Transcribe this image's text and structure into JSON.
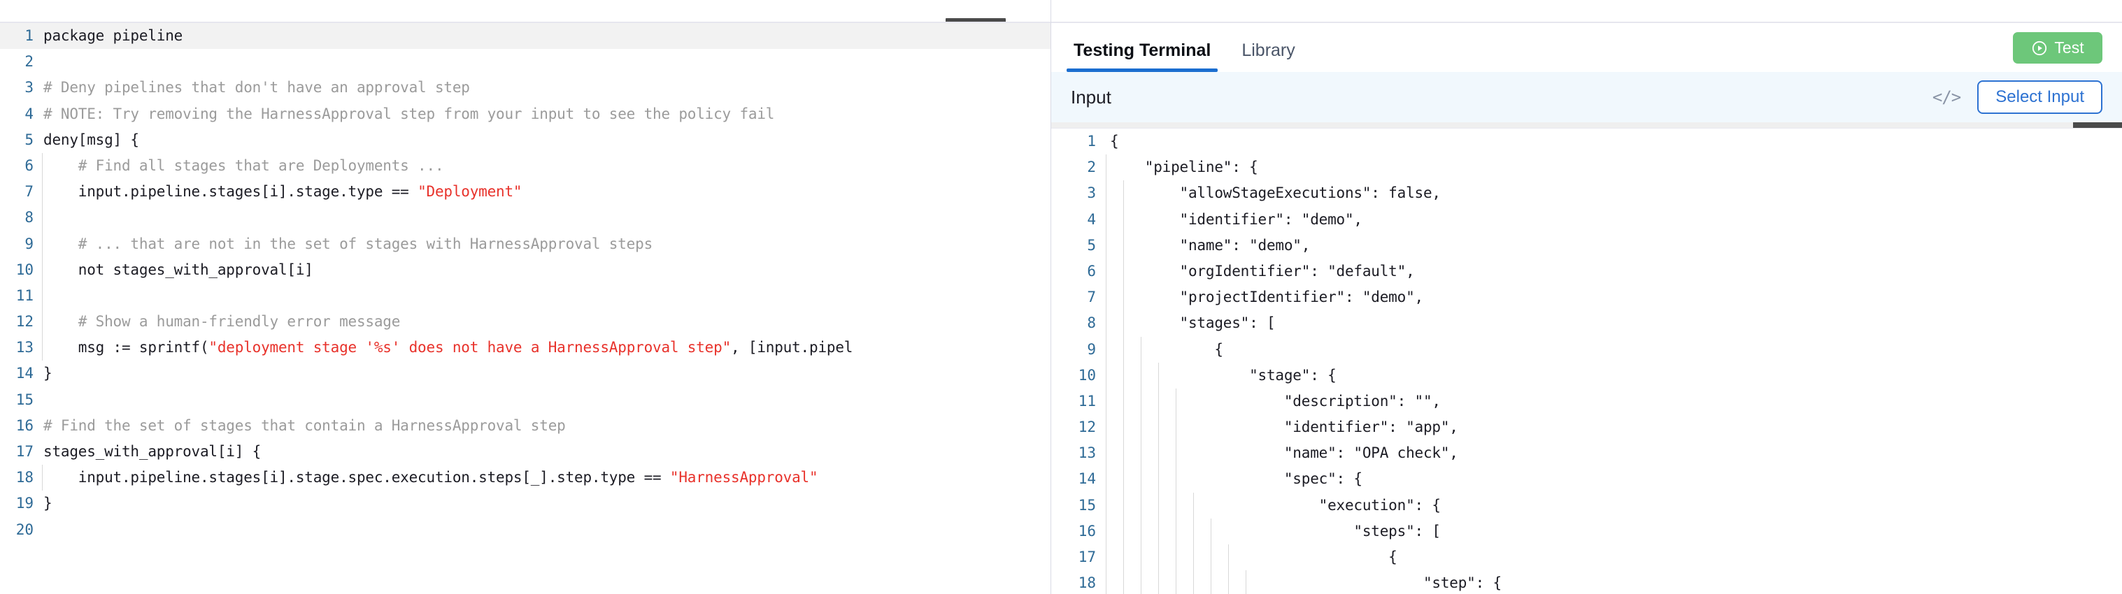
{
  "editor": {
    "language": "rego",
    "minimize_icon": "minimize-icon",
    "lines": [
      {
        "n": "1",
        "segments": [
          {
            "t": "package pipeline",
            "c": "plain"
          }
        ],
        "indents": 0,
        "current": true
      },
      {
        "n": "2",
        "segments": [],
        "indents": 0
      },
      {
        "n": "3",
        "segments": [
          {
            "t": "# Deny pipelines that don't have an approval step",
            "c": "comment"
          }
        ],
        "indents": 0
      },
      {
        "n": "4",
        "segments": [
          {
            "t": "# NOTE: Try removing the HarnessApproval step from your input to see the policy fail",
            "c": "comment"
          }
        ],
        "indents": 0
      },
      {
        "n": "5",
        "segments": [
          {
            "t": "deny[msg] {",
            "c": "plain"
          }
        ],
        "indents": 0
      },
      {
        "n": "6",
        "segments": [
          {
            "t": "    # Find all stages that are Deployments ...",
            "c": "comment"
          }
        ],
        "indents": 1
      },
      {
        "n": "7",
        "segments": [
          {
            "t": "    input.pipeline.stages[i].stage.type == ",
            "c": "plain"
          },
          {
            "t": "\"Deployment\"",
            "c": "string"
          }
        ],
        "indents": 1
      },
      {
        "n": "8",
        "segments": [],
        "indents": 1
      },
      {
        "n": "9",
        "segments": [
          {
            "t": "    # ... that are not in the set of stages with HarnessApproval steps",
            "c": "comment"
          }
        ],
        "indents": 1
      },
      {
        "n": "10",
        "segments": [
          {
            "t": "    not stages_with_approval[i]",
            "c": "plain"
          }
        ],
        "indents": 1
      },
      {
        "n": "11",
        "segments": [],
        "indents": 1
      },
      {
        "n": "12",
        "segments": [
          {
            "t": "    # Show a human-friendly error message",
            "c": "comment"
          }
        ],
        "indents": 1
      },
      {
        "n": "13",
        "segments": [
          {
            "t": "    msg := sprintf(",
            "c": "plain"
          },
          {
            "t": "\"deployment stage '%s' does not have a HarnessApproval step\"",
            "c": "string"
          },
          {
            "t": ", [input.pipel",
            "c": "plain"
          }
        ],
        "indents": 1
      },
      {
        "n": "14",
        "segments": [
          {
            "t": "}",
            "c": "plain"
          }
        ],
        "indents": 0
      },
      {
        "n": "15",
        "segments": [],
        "indents": 0
      },
      {
        "n": "16",
        "segments": [
          {
            "t": "# Find the set of stages that contain a HarnessApproval step",
            "c": "comment"
          }
        ],
        "indents": 0
      },
      {
        "n": "17",
        "segments": [
          {
            "t": "stages_with_approval[i] {",
            "c": "plain"
          }
        ],
        "indents": 0
      },
      {
        "n": "18",
        "segments": [
          {
            "t": "    input.pipeline.stages[i].stage.spec.execution.steps[_].step.type == ",
            "c": "plain"
          },
          {
            "t": "\"HarnessApproval\"",
            "c": "string"
          }
        ],
        "indents": 1
      },
      {
        "n": "19",
        "segments": [
          {
            "t": "}",
            "c": "plain"
          }
        ],
        "indents": 0
      },
      {
        "n": "20",
        "segments": [],
        "indents": 0
      }
    ]
  },
  "terminal": {
    "tabs": [
      {
        "label": "Testing Terminal",
        "active": true
      },
      {
        "label": "Library",
        "active": false
      }
    ],
    "test_button": {
      "label": "Test",
      "icon": "play-circle-icon",
      "color": "#6dc77a"
    },
    "input_panel": {
      "title": "Input",
      "code_toggle_icon": "code-brackets-icon",
      "code_toggle_glyph": "</>",
      "select_input_label": "Select Input",
      "accent_color": "#2d72d2",
      "background_color": "#f1f8fd"
    },
    "json_lines": [
      {
        "n": "1",
        "text": "{",
        "indents": 0,
        "current": true
      },
      {
        "n": "2",
        "text": "    \"pipeline\": {",
        "indents": 1
      },
      {
        "n": "3",
        "text": "        \"allowStageExecutions\": false,",
        "indents": 2
      },
      {
        "n": "4",
        "text": "        \"identifier\": \"demo\",",
        "indents": 2
      },
      {
        "n": "5",
        "text": "        \"name\": \"demo\",",
        "indents": 2
      },
      {
        "n": "6",
        "text": "        \"orgIdentifier\": \"default\",",
        "indents": 2
      },
      {
        "n": "7",
        "text": "        \"projectIdentifier\": \"demo\",",
        "indents": 2
      },
      {
        "n": "8",
        "text": "        \"stages\": [",
        "indents": 2
      },
      {
        "n": "9",
        "text": "            {",
        "indents": 3
      },
      {
        "n": "10",
        "text": "                \"stage\": {",
        "indents": 4
      },
      {
        "n": "11",
        "text": "                    \"description\": \"\",",
        "indents": 5
      },
      {
        "n": "12",
        "text": "                    \"identifier\": \"app\",",
        "indents": 5
      },
      {
        "n": "13",
        "text": "                    \"name\": \"OPA check\",",
        "indents": 5
      },
      {
        "n": "14",
        "text": "                    \"spec\": {",
        "indents": 5
      },
      {
        "n": "15",
        "text": "                        \"execution\": {",
        "indents": 6
      },
      {
        "n": "16",
        "text": "                            \"steps\": [",
        "indents": 7
      },
      {
        "n": "17",
        "text": "                                {",
        "indents": 8
      },
      {
        "n": "18",
        "text": "                                    \"step\": {",
        "indents": 9
      }
    ]
  }
}
